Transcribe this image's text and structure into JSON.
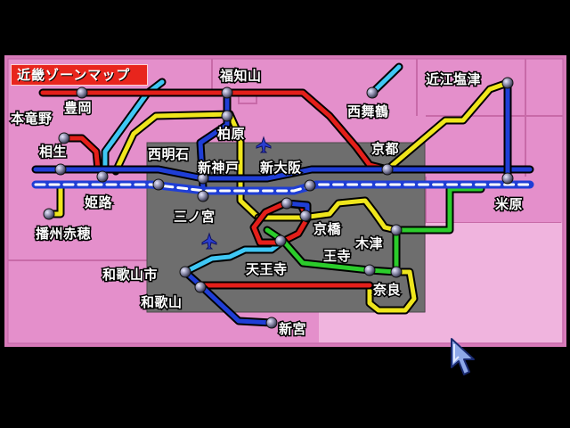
{
  "title": "近畿ゾーンマップ",
  "colors": {
    "background": "#000000",
    "panel": "#e48fcb",
    "panel_light": "#f0b4de",
    "city": "#6e6e6e",
    "red": "#e41f1a",
    "blue": "#1f3ed6",
    "cyan": "#3fc7f4",
    "yellow": "#efe61c",
    "green": "#2bcc2b",
    "station": "#5a5a7a"
  },
  "stations": {
    "fukuchiyama": "福知山",
    "toyooka": "豊岡",
    "hontatsuno": "本竜野",
    "aioi": "相生",
    "himeji": "姫路",
    "banshu_ako": "播州赤穂",
    "nishiakashi": "西明石",
    "kashiwara": "柏原",
    "shinkobe": "新神戸",
    "shinosaka": "新大阪",
    "sannomiya": "三ノ宮",
    "kyobashi": "京橋",
    "kizu": "木津",
    "oji": "王寺",
    "tennoji": "天王寺",
    "nara": "奈良",
    "wakayamashi": "和歌山市",
    "wakayama": "和歌山",
    "shingu": "新宮",
    "nishimaizuru": "西舞鶴",
    "kyoto": "京都",
    "omi_shiotsu": "近江塩津",
    "maibara": "米原"
  },
  "icons": [
    "airport-icon",
    "airport-icon",
    "arrow-cursor-icon"
  ]
}
